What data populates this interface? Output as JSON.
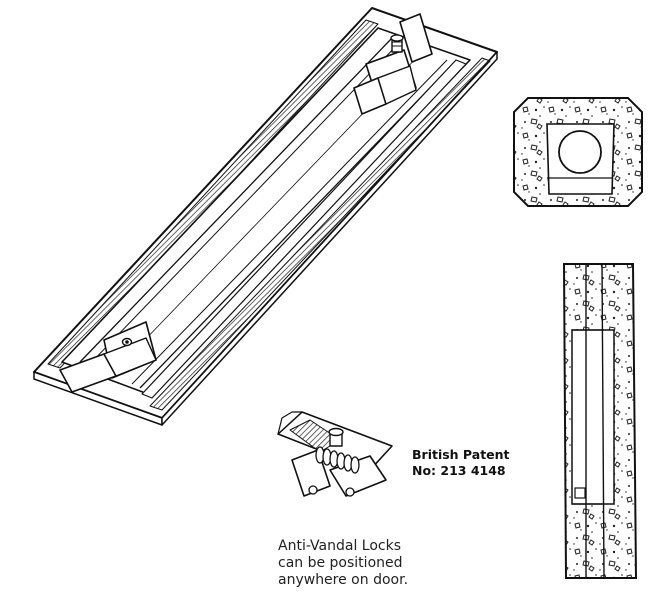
{
  "patent": {
    "line1": "British Patent",
    "line2": "No: 213 4148"
  },
  "caption": {
    "line1": "Anti-Vandal Locks",
    "line2": "can be positioned",
    "line3": "anywhere on door."
  }
}
